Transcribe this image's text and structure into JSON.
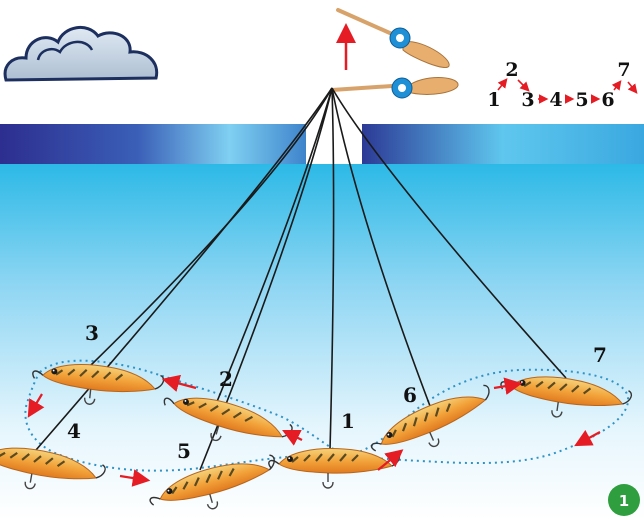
{
  "lure_labels": [
    "1",
    "2",
    "3",
    "4",
    "5",
    "6",
    "7"
  ],
  "sequence": {
    "items": [
      "1",
      "2",
      "3",
      "4",
      "5",
      "6",
      "7"
    ]
  },
  "badge": "1",
  "icons": {
    "rod": "ice-fishing-rod",
    "cloud": "cloud",
    "arrow": "red-arrow",
    "lure": "balancer-lure"
  },
  "colors": {
    "water_top": "#29b8e6",
    "water_bottom": "#ffffff",
    "ice_dark": "#2d2e8f",
    "ice_light": "#5fc7ee",
    "arrow": "#e51c23",
    "badge": "#2e9e3e",
    "lure_body": "#f3b04a",
    "line": "#1a1a1a",
    "path": "#3399cc"
  }
}
